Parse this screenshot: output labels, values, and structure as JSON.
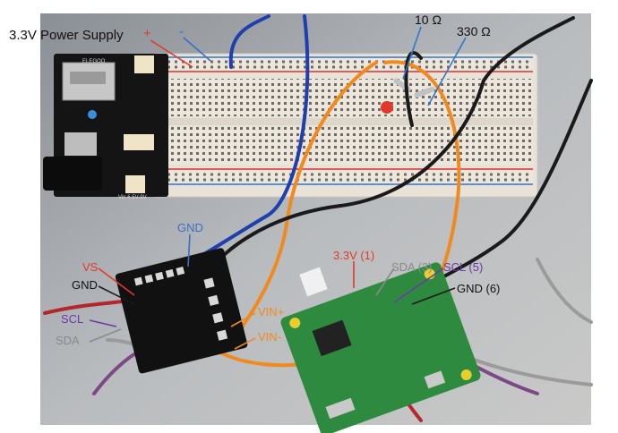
{
  "labels": {
    "power_supply": "3.3V Power Supply",
    "plus": "+",
    "minus": "-",
    "r10": "10 Ω",
    "r330": "330 Ω",
    "gnd_top": "GND",
    "vs": "VS",
    "gnd_left": "GND",
    "scl_left": "SCL",
    "sda_left": "SDA",
    "vin_plus": "VIN+",
    "vin_minus": "VIN-",
    "v33": "3.3V (1)",
    "sda3": "SDA (3)",
    "scl5": "SCL (5)",
    "gnd6": "GND (6)",
    "psu_brand": "ELEGOO",
    "psu_voltage": "Vin 6.5V-9V"
  },
  "colors": {
    "wire_blue": "#1f3fae",
    "wire_orange": "#f08a1e",
    "wire_black": "#1a1a1a",
    "wire_red": "#b3262a",
    "wire_grey": "#9b9b9b",
    "wire_purple": "#7b4a86",
    "label_red": "#e03a2a",
    "label_blue": "#3a6fc4",
    "label_purple": "#6a3aa8",
    "label_grey": "#8a8a8a",
    "label_orange": "#f08a1e"
  }
}
